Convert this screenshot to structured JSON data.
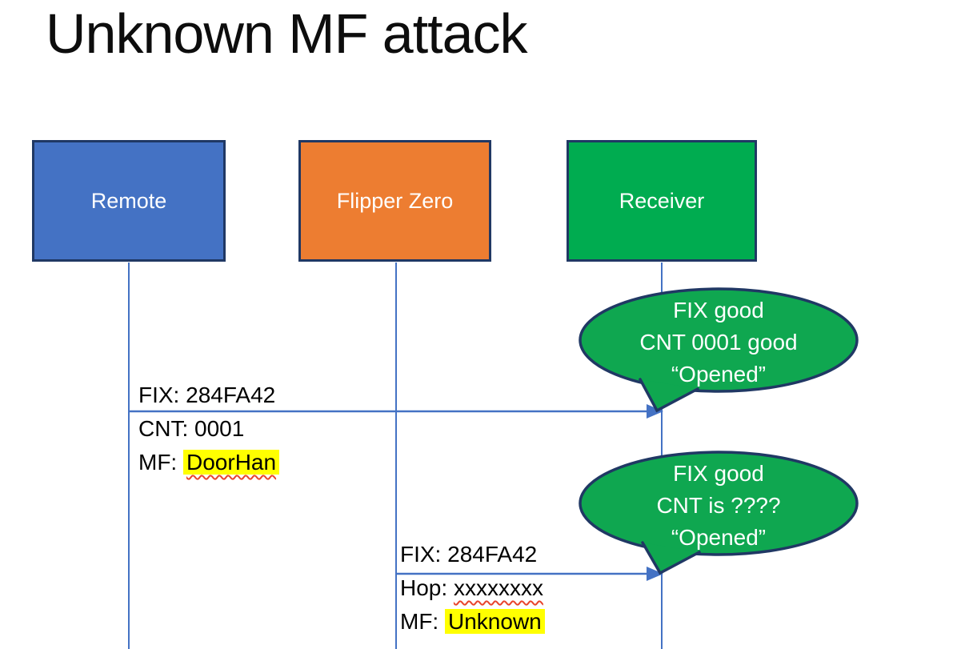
{
  "slide": {
    "title": "Unknown MF attack",
    "diagram_type": "sequence"
  },
  "actors": [
    {
      "name": "Remote",
      "fill": "#4472C4"
    },
    {
      "name": "Flipper Zero",
      "fill": "#ED7D31"
    },
    {
      "name": "Receiver",
      "fill": "#00AC50"
    }
  ],
  "messages": [
    {
      "from": "Remote",
      "to": "Receiver",
      "line1": "FIX: 284FA42",
      "line2": "CNT: 0001",
      "line3_prefix": "MF: ",
      "line3_value": "DoorHan"
    },
    {
      "from": "Flipper Zero",
      "to": "Receiver",
      "line1": "FIX: 284FA42",
      "line2_prefix": "Hop: ",
      "line2_value": "xxxxxxxx",
      "line3_prefix": "MF: ",
      "line3_value": "Unknown"
    }
  ],
  "callouts": [
    {
      "line1": "FIX good",
      "line2": "CNT 0001 good",
      "line3": "“Opened”"
    },
    {
      "line1": "FIX good",
      "line2": "CNT is ????",
      "line3": "“Opened”"
    }
  ],
  "colors": {
    "actor_blue": "#4472C4",
    "actor_orange": "#ED7D31",
    "actor_green": "#00AC50",
    "callout_green": "#0FA750",
    "outline_navy": "#203864",
    "connector_blue": "#4472C4",
    "highlight_yellow": "#FFFF00",
    "squiggle_red": "#E8452C",
    "title_black": "#0D0D0D"
  }
}
